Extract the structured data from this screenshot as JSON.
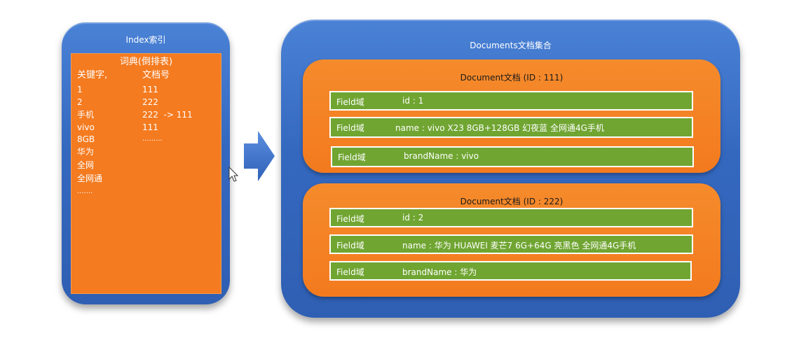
{
  "index_panel": {
    "title": "Index索引",
    "dictionary_heading": "词典(倒排表)",
    "header_keyword": "关键字,",
    "header_docid": "文档号",
    "keywords": [
      "1",
      "2",
      "手机",
      "vivo",
      "8GB",
      "华为",
      "全网",
      "全网通",
      "......."
    ],
    "doc_ids": [
      "111",
      "222",
      "222  -> 111",
      "111",
      "........."
    ]
  },
  "documents_panel": {
    "title": "Documents文档集合",
    "documents": [
      {
        "title": "Document文档 (ID : 111)",
        "fields": [
          {
            "label": "Field域",
            "value": "id : 1"
          },
          {
            "label": "Field域",
            "value": "name : vivo X23 8GB+128GB 幻夜蓝 全网通4G手机"
          },
          {
            "label": "Field域",
            "value": "brandName : vivo"
          }
        ]
      },
      {
        "title": "Document文档 (ID : 222)",
        "fields": [
          {
            "label": "Field域",
            "value": "id : 2"
          },
          {
            "label": "Field域",
            "value": "name : 华为 HUAWEI 麦芒7 6G+64G 亮黑色 全网通4G手机"
          },
          {
            "label": "Field域",
            "value": "brandName : 华为"
          }
        ]
      }
    ]
  },
  "colors": {
    "panel_blue": "#3468bf",
    "orange": "#f47b20",
    "green": "#70a532",
    "arrow_blue": "#3d73c9"
  },
  "icons": {
    "arrow": "right-arrow-icon",
    "cursor": "mouse-cursor-icon"
  }
}
